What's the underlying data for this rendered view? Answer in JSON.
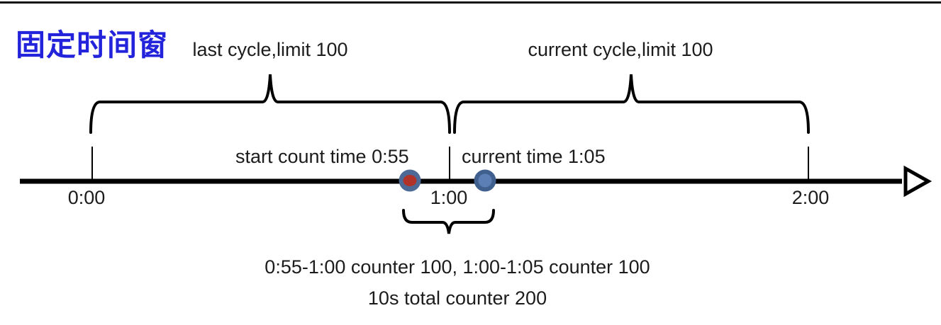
{
  "title": "固定时间窗",
  "colors": {
    "title_blue": "#2323DC",
    "line_black": "#000000",
    "text_dark": "#1c1c1c"
  },
  "cycles": {
    "last_label": "last cycle,limit 100",
    "current_label": "current cycle,limit 100"
  },
  "timeline": {
    "ticks": [
      "0:00",
      "1:00",
      "2:00"
    ],
    "markers": [
      {
        "label": "start count time 0:55"
      },
      {
        "label": "current time 1:05"
      }
    ]
  },
  "dots": {
    "start": {
      "outer": "#4d6a96",
      "inner": "#b03228"
    },
    "current": {
      "outer": "#40608f",
      "inner": "#5c80b6"
    }
  },
  "summary": {
    "line1": "0:55-1:00 counter 100, 1:00-1:05 counter 100",
    "line2": "10s total counter 200"
  }
}
